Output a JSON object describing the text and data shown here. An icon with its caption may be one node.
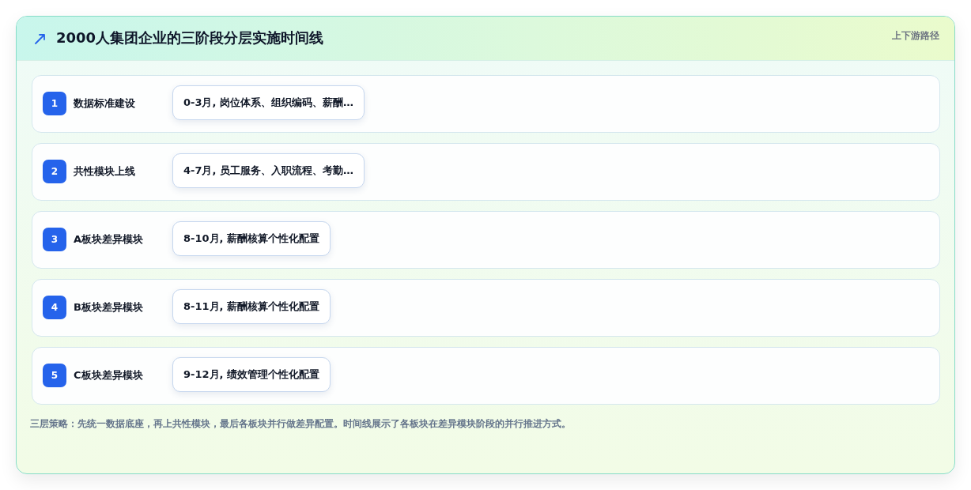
{
  "diagram": {
    "title": "2000人集团企业的三阶段分层实施时间线",
    "nodes": [
      {
        "text": [
          "数据标准建设"
        ]
      },
      {
        "text": [
          "1"
        ],
        "in": 0
      },
      {
        "text": [
          "0-3月, 岗位体系、组织编码、薪酬…"
        ],
        "in": 0
      },
      {
        "text": [
          "共性模块上线"
        ]
      },
      {
        "text": [
          "2"
        ],
        "in": 3
      },
      {
        "text": [
          "4-7月, 员工服务、入职流程、考勤…"
        ],
        "in": 3
      },
      {
        "text": [
          "A板块差异模块"
        ]
      },
      {
        "text": [
          "3"
        ],
        "in": 6
      },
      {
        "text": [
          "8-10月, 薪酬核算个性化配置"
        ],
        "in": 6
      },
      {
        "text": [
          "B板块差异模块"
        ]
      },
      {
        "text": [
          "4"
        ],
        "in": 9
      },
      {
        "text": [
          "8-11月, 薪酬核算个性化配置"
        ],
        "in": 9
      },
      {
        "text": [
          "C板块差异模块"
        ]
      },
      {
        "text": [
          "5"
        ],
        "in": 12
      },
      {
        "text": [
          "9-12月, 绩效管理个性化配置"
        ],
        "in": 12
      }
    ],
    "edges": [],
    "labels": [
      "上下游路径"
    ],
    "caption": "三层策略：先统一数据底座，再上共性模块，最后各板块并行做差异配置。时间线展示了各板块在差异模块阶段的并行推进方式。"
  }
}
